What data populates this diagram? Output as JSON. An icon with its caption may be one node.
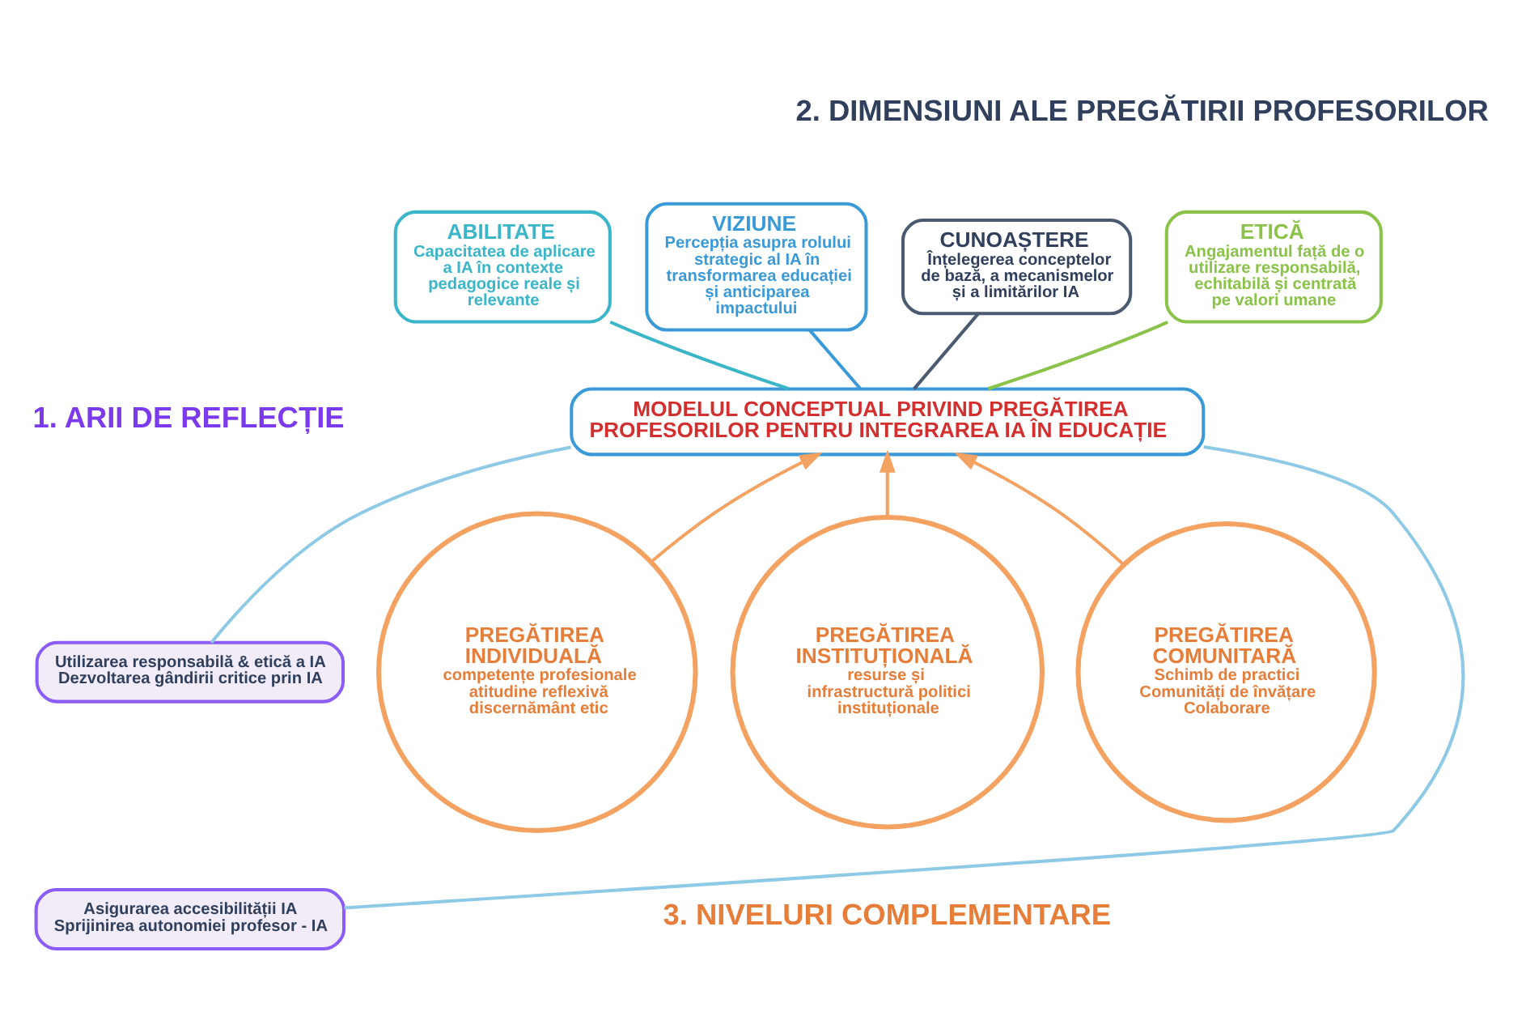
{
  "diagram": {
    "nodes": [
      {
        "text": [
          "CUNOAȘTERE",
          "Înțelegerea conceptelor de bază, a mecanismelor și a limitărilor IA"
        ]
      },
      {
        "text": [
          "ABILITATE",
          "Capacitatea de aplicare a IA în contexte pedagogice reale și relevante"
        ]
      },
      {
        "text": [
          "VIZIUNE",
          "Percepția asupra rolului strategic al IA în transformarea educației și anticiparea impactului"
        ]
      },
      {
        "text": [
          "ETICĂ",
          "Angajamentul față de o utilizare responsabilă, echitabilă și centrată pe valori umane"
        ]
      },
      {
        "text": [
          "MODELUL CONCEPTUAL PRIVIND PREGĂTIREA PROFESORILOR PENTRU INTEGRAREA IA ÎN EDUCAȚIE"
        ]
      },
      {
        "text": [
          "Utilizarea responsabilă & etică a IA",
          "Dezvoltarea gândirii critice prin IA"
        ]
      },
      {
        "text": [
          "Asigurarea accesibilității IA",
          "Sprijinirea autonomiei profesor - IA"
        ]
      },
      {
        "text": [
          "PREGĂTIREA INDIVIDUALĂ",
          "competențe profesionale atitudine reflexivă discernământ etic"
        ]
      },
      {
        "text": [
          "PREGĂTIREA INSTITUȚIONALĂ",
          "resurse și  infrastructură politici instituționale"
        ]
      },
      {
        "text": [
          "PREGĂTIREA COMUNITARĂ",
          "Schimb de practici Comunități de învățare Colaborare"
        ]
      }
    ],
    "edges": [
      {
        "from": 0,
        "to": 4,
        "arrow": "none",
        "color": "#4a5a70"
      },
      {
        "from": 1,
        "to": 4,
        "arrow": "none",
        "color": "#3bb5c8"
      },
      {
        "from": 2,
        "to": 4,
        "arrow": "none",
        "color": "#3a9ad8"
      },
      {
        "from": 3,
        "to": 4,
        "arrow": "none",
        "color": "#8bc34a"
      },
      {
        "from": 5,
        "to": 4,
        "arrow": "none",
        "color": "#8ecae6"
      },
      {
        "from": 6,
        "to": 4,
        "arrow": "none",
        "color": "#8ecae6"
      },
      {
        "from": 7,
        "to": 4,
        "arrow": "to",
        "color": "#f4a261"
      },
      {
        "from": 8,
        "to": 4,
        "arrow": "to",
        "color": "#f4a261"
      },
      {
        "from": 9,
        "to": 4,
        "arrow": "to",
        "color": "#f4a261"
      }
    ],
    "labels": [
      "2. DIMENSIUNI ALE PREGĂTIRII PROFESORILOR",
      "1. ARII DE REFLECȚIE",
      "3. NIVELURI COMPLEMENTARE"
    ]
  }
}
